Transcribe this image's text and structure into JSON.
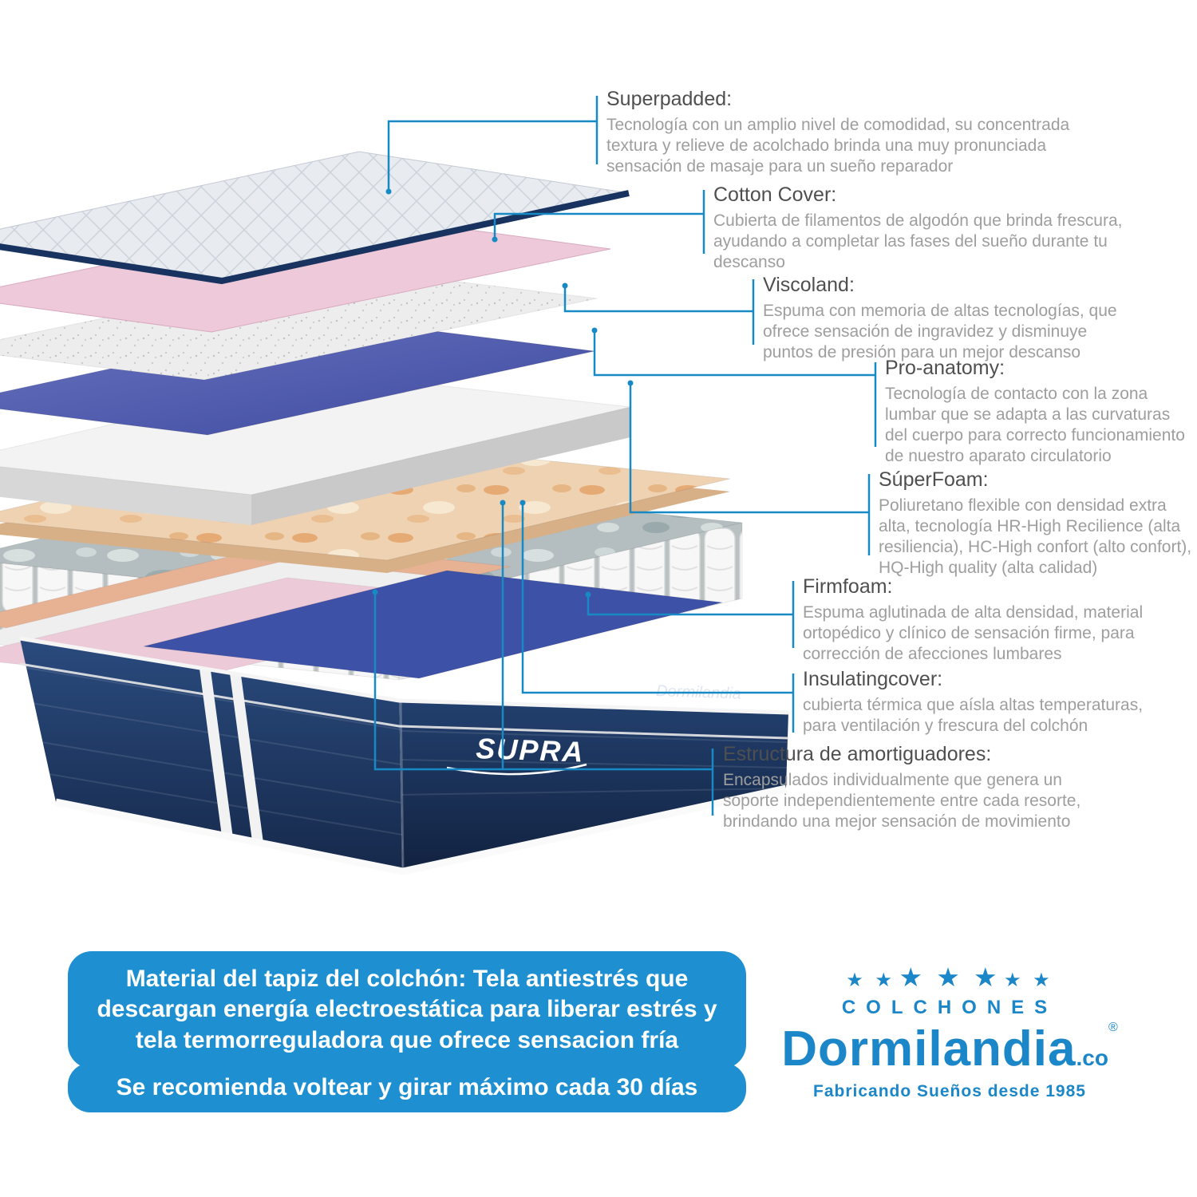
{
  "annotations": [
    {
      "title": "Superpadded:",
      "body": "Tecnología con un amplio nivel de comodidad, su concentrada textura y relieve de acolchado brinda una muy pronunciada sensación de masaje para un sueño reparador"
    },
    {
      "title": "Cotton Cover:",
      "body": "Cubierta de filamentos de algodón que brinda frescura, ayudando a completar las fases del sueño durante tu descanso"
    },
    {
      "title": "Viscoland:",
      "body": "Espuma con memoria de altas tecnologías, que ofrece sensación de ingravidez y disminuye puntos de presión para un mejor descanso"
    },
    {
      "title": "Pro-anatomy:",
      "body": "Tecnología de contacto con la zona lumbar que se adapta a las curvaturas del cuerpo para correcto funcionamiento de nuestro aparato circulatorio"
    },
    {
      "title": "SúperFoam:",
      "body": "Poliuretano flexible con densidad extra alta, tecnología HR-High Recilience (alta resiliencia), HC-High confort (alto confort), HQ-High quality (alta calidad)"
    },
    {
      "title": "Firmfoam:",
      "body": "Espuma aglutinada de alta densidad, material ortopédico y clínico de sensación firme, para corrección de afecciones lumbares"
    },
    {
      "title": "Insulatingcover:",
      "body": "cubierta térmica que aísla altas temperaturas, para ventilación y frescura del colchón"
    },
    {
      "title": "Estructura de amortiguadores:",
      "body": "Encapsulados individualmente que genera un soporte independientemente entre cada resorte, brindando una mejor sensación de movimiento"
    }
  ],
  "banners": {
    "material": "Material del tapiz del colchón: Tela antiestrés que descargan energía electroestática para liberar estrés y tela termorreguladora que ofrece sensacion fría",
    "rotate": "Se recomienda voltear y girar máximo cada 30 días"
  },
  "logo": {
    "stars_small": "★ ★",
    "stars_large": "★ ★ ★",
    "colchones": "COLCHONES",
    "name": "Dormilandia",
    "suffix": ".co",
    "registered": "®",
    "tagline": "Fabricando Sueños desde 1985"
  },
  "mattress": {
    "side_logo": "SUPRA",
    "band_logo": "Dormilandia"
  },
  "colors": {
    "leader": "#1789c5",
    "banner": "#1e8fd0",
    "brand": "#1b86c8"
  }
}
